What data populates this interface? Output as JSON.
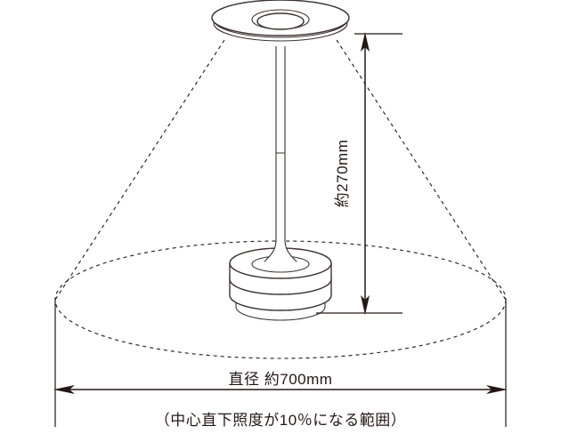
{
  "diagram": {
    "title": "",
    "subject": "table-lamp-light-distribution",
    "colors": {
      "background": "#ffffff",
      "outline": "#3c3231",
      "ink": "#231815"
    },
    "dimensions": {
      "height": {
        "value": "約270mm",
        "orientation": "vertical",
        "description": "height-dimension"
      },
      "diameter": {
        "value": "直径 約700mm",
        "orientation": "horizontal",
        "description": "diameter-dimension"
      }
    },
    "caption": "（中心直下照度が10％になる範囲）",
    "parts": {
      "shade": "lamp-shade-disc",
      "inner_ring": "shade-inner-ring",
      "stem": "lamp-stem",
      "stem_joint": "stem-joint-line",
      "base": "lamp-base",
      "beam": "light-beam-cone",
      "pool": "light-pool-ellipse"
    }
  }
}
